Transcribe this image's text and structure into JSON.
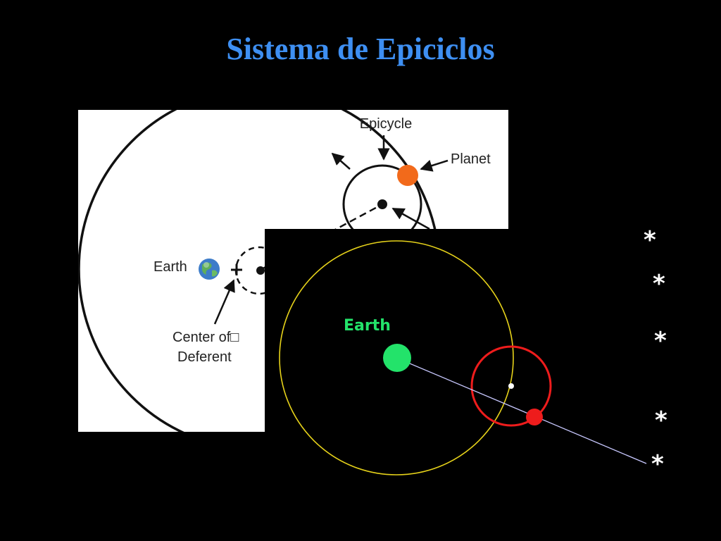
{
  "slide": {
    "title": "Sistema de Epiciclos"
  },
  "upper_diagram": {
    "labels": {
      "epicycle": "Epicycle",
      "planet": "Planet",
      "earth": "Earth",
      "center_line1": "Center of□",
      "center_line2": "Deferent"
    },
    "colors": {
      "background": "#ffffff",
      "planet": "#f26a1b",
      "earth": "#2f6fb8",
      "lines": "#111111"
    }
  },
  "lower_diagram": {
    "labels": {
      "earth": "Earth"
    },
    "colors": {
      "background": "#000000",
      "deferent": "#e6d21a",
      "epicycle": "#ee1c1c",
      "earth": "#23e36a",
      "sightline": "#c8c8ff",
      "label": "#23e36a"
    }
  },
  "stars": {
    "glyph": "*",
    "count": 5,
    "color": "#ffffff"
  }
}
